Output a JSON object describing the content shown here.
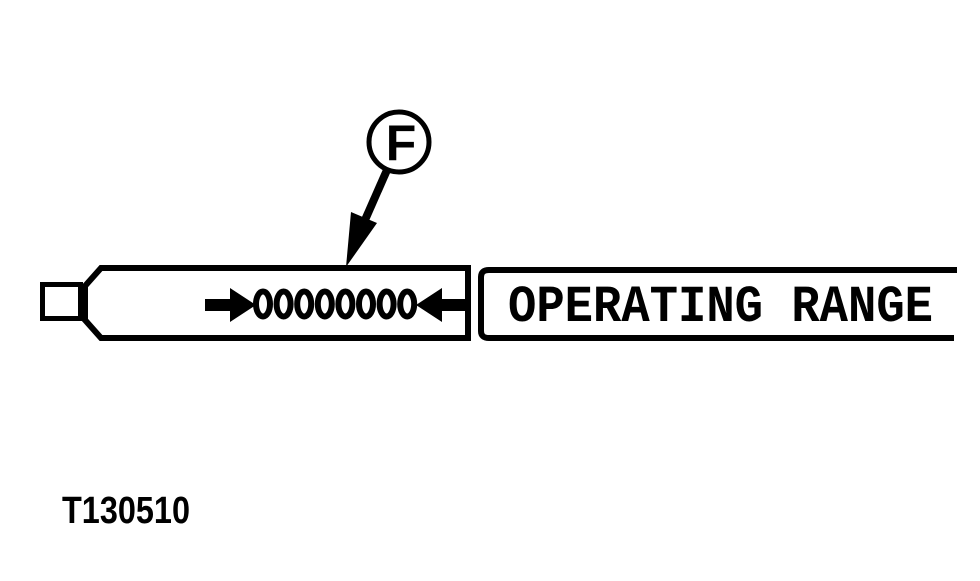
{
  "colors": {
    "ink": "#000000",
    "paper": "#ffffff"
  },
  "callout": {
    "label": "F"
  },
  "dipstick": {
    "full_zone": {
      "marker_count": 8
    },
    "operating_range": {
      "label": "OPERATING RANGE"
    }
  },
  "figure_number": "T130510"
}
